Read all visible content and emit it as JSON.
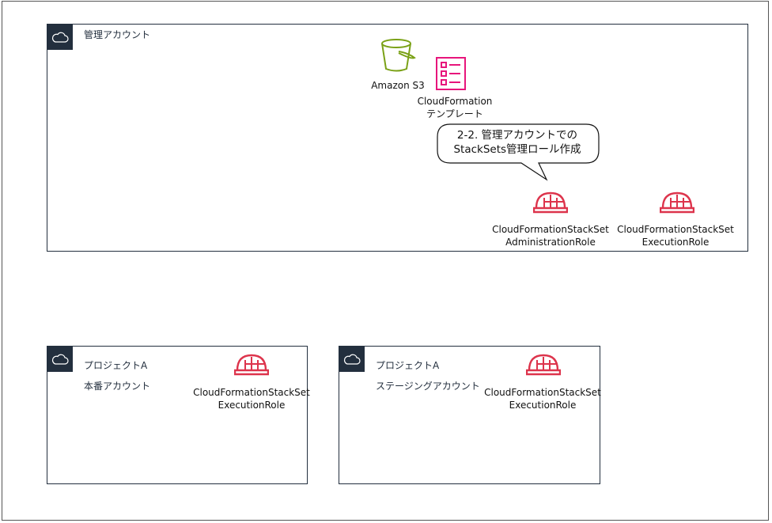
{
  "mgmt_account": {
    "title": "管理アカウント"
  },
  "s3": {
    "label": "Amazon S3"
  },
  "cfn_template": {
    "line1": "CloudFormation",
    "line2": "テンプレート"
  },
  "callout": {
    "line1": "2-2. 管理アカウントでの",
    "line2": "StackSets管理ロール作成"
  },
  "admin_role": {
    "line1": "CloudFormationStackSet",
    "line2": "AdministrationRole"
  },
  "mgmt_exec_role": {
    "line1": "CloudFormationStackSet",
    "line2": "ExecutionRole"
  },
  "prod_account": {
    "title_line1": "プロジェクトA",
    "title_line2": "本番アカウント",
    "role_line1": "CloudFormationStackSet",
    "role_line2": "ExecutionRole"
  },
  "staging_account": {
    "title_line1": "プロジェクトA",
    "title_line2": "ステージングアカウント",
    "role_line1": "CloudFormationStackSet",
    "role_line2": "ExecutionRole"
  },
  "colors": {
    "dark": "#232f3e",
    "s3_green": "#7aa116",
    "cfn_pink": "#e7157b",
    "iam_red": "#dd344c"
  },
  "icons": {
    "account": "cloud-icon",
    "s3": "bucket-icon",
    "template": "checklist-icon",
    "role": "helmet-icon"
  }
}
